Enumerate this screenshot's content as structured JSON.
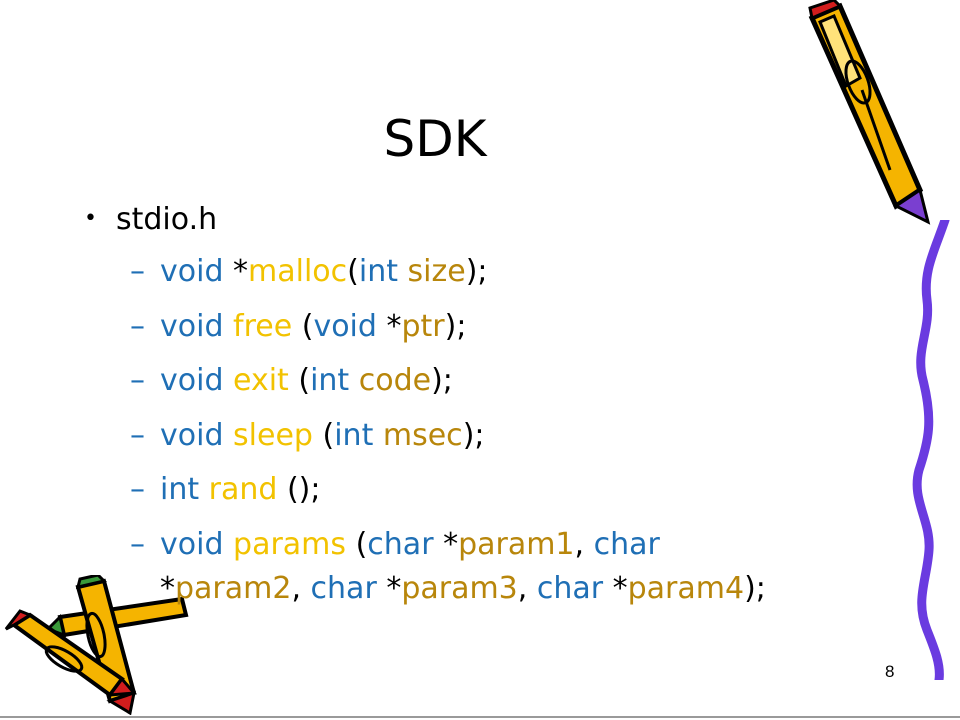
{
  "slide": {
    "title": "SDK",
    "bullet": "stdio.h",
    "page_number": "8"
  },
  "colors": {
    "keyword": "#1f6fb5",
    "function": "#f2c200",
    "param": "#b8860b",
    "punct": "#000000",
    "dash": "#1f6fb5"
  },
  "lines": [
    {
      "dash": "–",
      "tokens": [
        {
          "text": "void ",
          "role": "keyword"
        },
        {
          "text": "*",
          "role": "punct"
        },
        {
          "text": "malloc",
          "role": "function"
        },
        {
          "text": "(",
          "role": "punct"
        },
        {
          "text": "int ",
          "role": "keyword"
        },
        {
          "text": "size",
          "role": "param"
        },
        {
          "text": ");",
          "role": "punct"
        }
      ]
    },
    {
      "dash": "–",
      "tokens": [
        {
          "text": "void ",
          "role": "keyword"
        },
        {
          "text": "free ",
          "role": "function"
        },
        {
          "text": "(",
          "role": "punct"
        },
        {
          "text": "void ",
          "role": "keyword"
        },
        {
          "text": "*",
          "role": "punct"
        },
        {
          "text": "ptr",
          "role": "param"
        },
        {
          "text": ");",
          "role": "punct"
        }
      ]
    },
    {
      "dash": "–",
      "tokens": [
        {
          "text": "void ",
          "role": "keyword"
        },
        {
          "text": "exit ",
          "role": "function"
        },
        {
          "text": "(",
          "role": "punct"
        },
        {
          "text": "int ",
          "role": "keyword"
        },
        {
          "text": "code",
          "role": "param"
        },
        {
          "text": ");",
          "role": "punct"
        }
      ]
    },
    {
      "dash": "–",
      "tokens": [
        {
          "text": "void ",
          "role": "keyword"
        },
        {
          "text": "sleep ",
          "role": "function"
        },
        {
          "text": "(",
          "role": "punct"
        },
        {
          "text": "int ",
          "role": "keyword"
        },
        {
          "text": "msec",
          "role": "param"
        },
        {
          "text": ");",
          "role": "punct"
        }
      ]
    },
    {
      "dash": "–",
      "tokens": [
        {
          "text": "int ",
          "role": "keyword"
        },
        {
          "text": "rand ",
          "role": "function"
        },
        {
          "text": "();",
          "role": "punct"
        }
      ]
    },
    {
      "dash": "–",
      "tokens": [
        {
          "text": "void ",
          "role": "keyword"
        },
        {
          "text": "params ",
          "role": "function"
        },
        {
          "text": "(",
          "role": "punct"
        },
        {
          "text": "char ",
          "role": "keyword"
        },
        {
          "text": "*",
          "role": "punct"
        },
        {
          "text": "param1",
          "role": "param"
        },
        {
          "text": ", ",
          "role": "punct"
        },
        {
          "text": "char",
          "role": "keyword"
        }
      ],
      "continuation": [
        {
          "text": "*",
          "role": "punct"
        },
        {
          "text": "param2",
          "role": "param"
        },
        {
          "text": ", ",
          "role": "punct"
        },
        {
          "text": "char ",
          "role": "keyword"
        },
        {
          "text": "*",
          "role": "punct"
        },
        {
          "text": "param3",
          "role": "param"
        },
        {
          "text": ", ",
          "role": "punct"
        },
        {
          "text": "char ",
          "role": "keyword"
        },
        {
          "text": "*",
          "role": "punct"
        },
        {
          "text": "param4",
          "role": "param"
        },
        {
          "text": ");",
          "role": "punct"
        }
      ]
    }
  ]
}
